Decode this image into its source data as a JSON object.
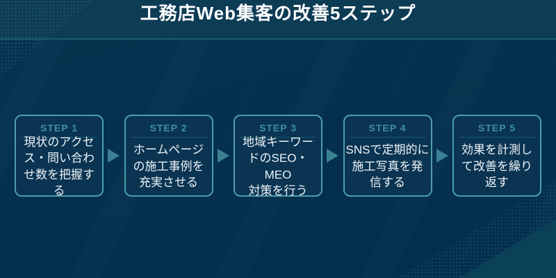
{
  "header": {
    "title": "工務店Web集客の改善5ステップ"
  },
  "steps": [
    {
      "label": "STEP 1",
      "body": "現状のアクセ\nス・問い合わ\nせ数を把握す\nる"
    },
    {
      "label": "STEP 2",
      "body": "ホームページ\nの施工事例を\n充実させる"
    },
    {
      "label": "STEP 3",
      "body": "地域キーワー\nドのSEO・MEO\n対策を行う"
    },
    {
      "label": "STEP 4",
      "body": "SNSで定期的に\n施工写真を発\n信する"
    },
    {
      "label": "STEP 5",
      "body": "効果を計測し\nて改善を繰り\n返す"
    }
  ],
  "icons": {
    "between_steps": "arrow-right-icon"
  },
  "colors": {
    "page_background": "#04304e",
    "header_band": "#0d3c55",
    "header_border": "#1d5a74",
    "title_text": "#ffffff",
    "box_fill": "#0a3452",
    "box_border": "#4f9dab",
    "step_label": "#3f90a2",
    "step_divider": "#1c5a6d",
    "body_text": "#eef3f7",
    "arrow": "#3b8193",
    "corner_accent": "#0b4158"
  }
}
